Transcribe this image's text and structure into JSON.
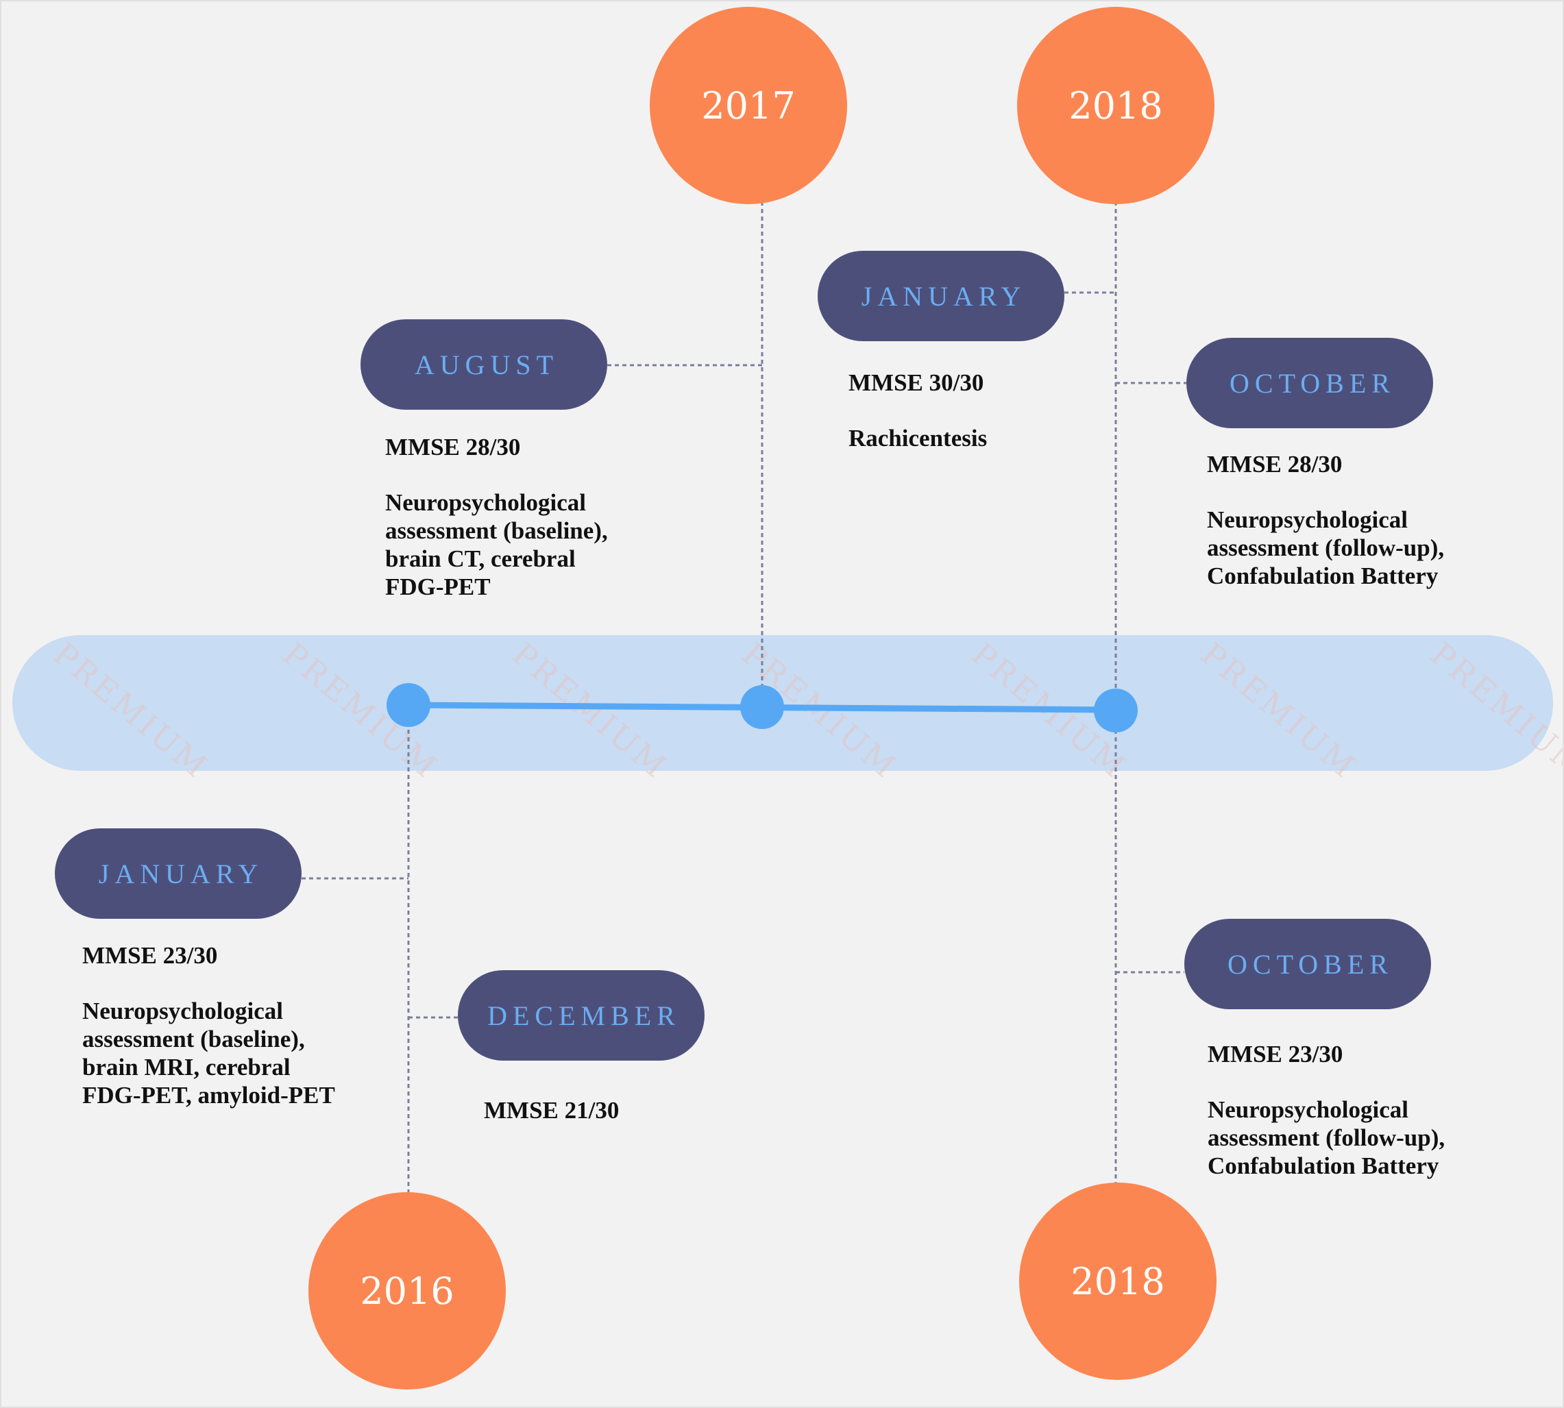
{
  "colors": {
    "background": "#f2f2f2",
    "band": "#c8dcf3",
    "axis": "#56a8f5",
    "year_circle": "#fc8651",
    "month_pill": "#4d4f7b",
    "month_text": "#6aaef2",
    "connector": "#7c7f9c"
  },
  "watermark": "PREMIUM",
  "years": {
    "y2017_top": "2017",
    "y2018_top": "2018",
    "y2016_bottom": "2016",
    "y2018_bottom": "2018"
  },
  "events": {
    "august_2017": {
      "month": "AUGUST",
      "score": "MMSE 28/30",
      "detail": "Neuropsychological\nassessment (baseline),\nbrain CT, cerebral\nFDG-PET"
    },
    "january_2018": {
      "month": "JANUARY",
      "score": "MMSE 30/30",
      "detail": "Rachicentesis"
    },
    "october_2018_top": {
      "month": "OCTOBER",
      "score": "MMSE 28/30",
      "detail": "Neuropsychological\nassessment (follow-up),\nConfabulation Battery"
    },
    "january_2016": {
      "month": "JANUARY",
      "score": "MMSE 23/30",
      "detail": "Neuropsychological\nassessment (baseline),\nbrain MRI, cerebral\nFDG-PET, amyloid-PET"
    },
    "december_2016": {
      "month": "DECEMBER",
      "score": "MMSE 21/30",
      "detail": ""
    },
    "october_2018_bottom": {
      "month": "OCTOBER",
      "score": "MMSE 23/30",
      "detail": "Neuropsychological\nassessment (follow-up),\nConfabulation Battery"
    }
  }
}
